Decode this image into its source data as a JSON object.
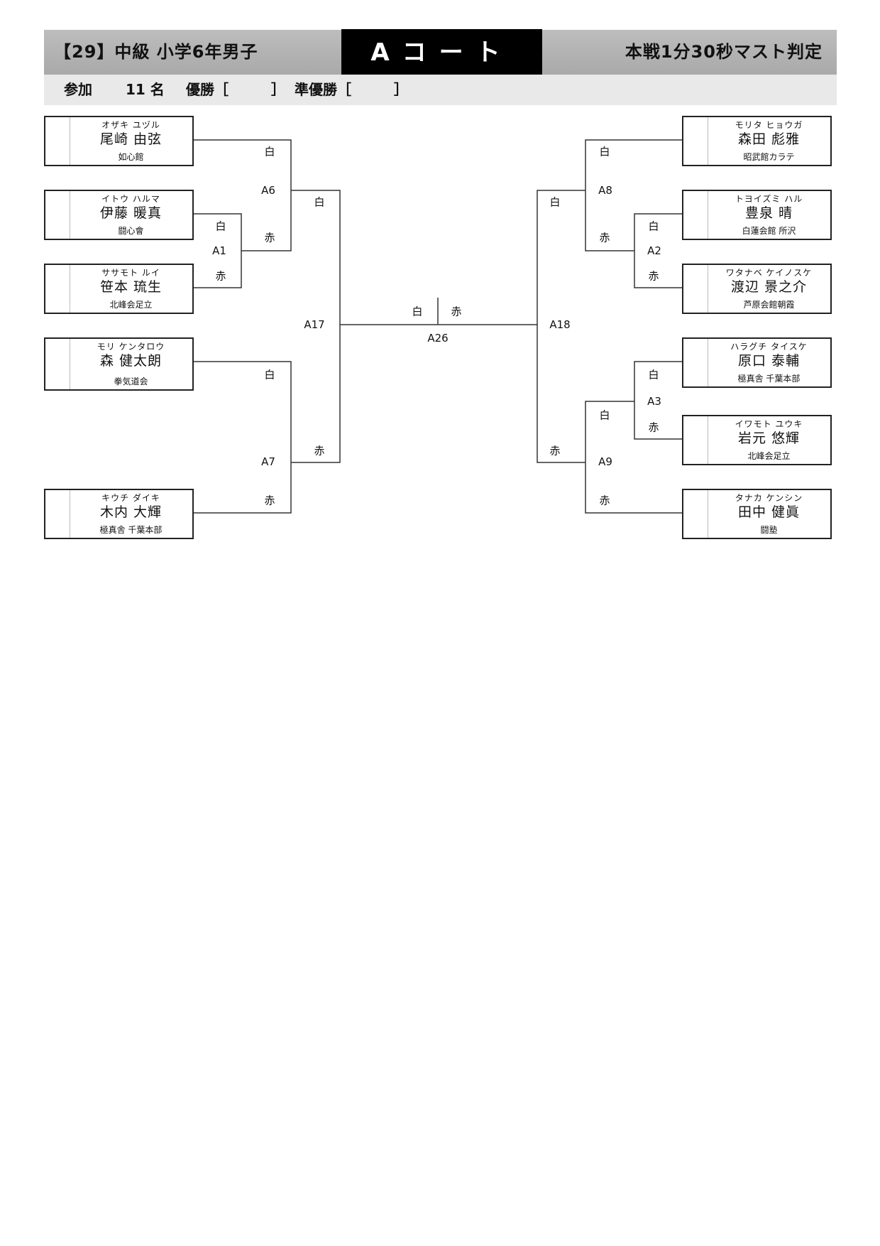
{
  "header": {
    "title": "【29】中級 小学6年男子",
    "court": "Aコート",
    "rule": "本戦1分30秒マスト判定"
  },
  "info": {
    "participants_label": "参加",
    "participants_count": "11 名",
    "winner_label": "優勝［　　　］",
    "runner_up_label": "準優勝［　　　］"
  },
  "players": {
    "left": [
      {
        "kana": "オザキ ユヅル",
        "name": "尾崎 由弦",
        "dojo": "如心館"
      },
      {
        "kana": "イトウ ハルマ",
        "name": "伊藤 暖真",
        "dojo": "闘心會"
      },
      {
        "kana": "ササモト ルイ",
        "name": "笹本 琉生",
        "dojo": "北峰会足立"
      },
      {
        "kana": "モリ ケンタロウ",
        "name": "森 健太朗",
        "dojo": "拳気道会"
      },
      {
        "kana": "キウチ ダイキ",
        "name": "木内 大輝",
        "dojo": "極真舎 千葉本部"
      }
    ],
    "right": [
      {
        "kana": "モリタ ヒョウガ",
        "name": "森田 彪雅",
        "dojo": "昭武館カラテ"
      },
      {
        "kana": "トヨイズミ ハル",
        "name": "豊泉 晴",
        "dojo": "白蓮会館 所沢"
      },
      {
        "kana": "ワタナベ ケイノスケ",
        "name": "渡辺 景之介",
        "dojo": "芦原会館朝霞"
      },
      {
        "kana": "ハラグチ タイスケ",
        "name": "原口 泰輔",
        "dojo": "極真舎 千葉本部"
      },
      {
        "kana": "イワモト ユウキ",
        "name": "岩元 悠輝",
        "dojo": "北峰会足立"
      },
      {
        "kana": "タナカ ケンシン",
        "name": "田中 健眞",
        "dojo": "闘塾"
      }
    ]
  },
  "corners": {
    "white": "白",
    "red": "赤"
  },
  "matches": {
    "a1": "A1",
    "a2": "A2",
    "a3": "A3",
    "a6": "A6",
    "a7": "A7",
    "a8": "A8",
    "a9": "A9",
    "a17": "A17",
    "a18": "A18",
    "a26": "A26"
  }
}
